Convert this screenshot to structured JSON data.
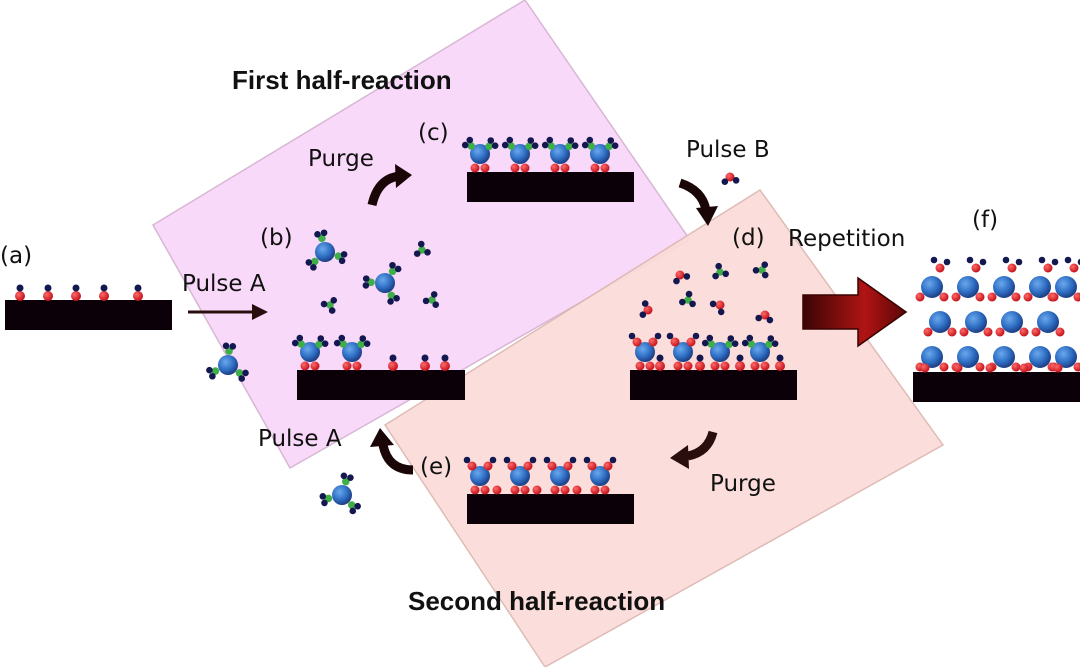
{
  "titles": {
    "first_half": "First half-reaction",
    "second_half": "Second half-reaction"
  },
  "steps": {
    "a": "(a)",
    "b": "(b)",
    "c": "(c)",
    "d": "(d)",
    "e": "(e)",
    "f": "(f)"
  },
  "actions": {
    "pulse_a_first": "Pulse A",
    "purge_first": "Purge",
    "pulse_b": "Pulse B",
    "repetition": "Repetition",
    "purge_second": "Purge",
    "pulse_a_second": "Pulse A"
  },
  "colors": {
    "first_half_fill": "#f9d9f9",
    "second_half_fill": "#fbdcd8",
    "substrate": "#0c0008",
    "metal_atom": "#2f6fc4",
    "oxygen_atom": "#e0222a",
    "ligand_core": "#3fae49",
    "ligand_end": "#141850",
    "arrow": "#2a0d0d",
    "repetition_arrow": "#8b0a0a"
  }
}
